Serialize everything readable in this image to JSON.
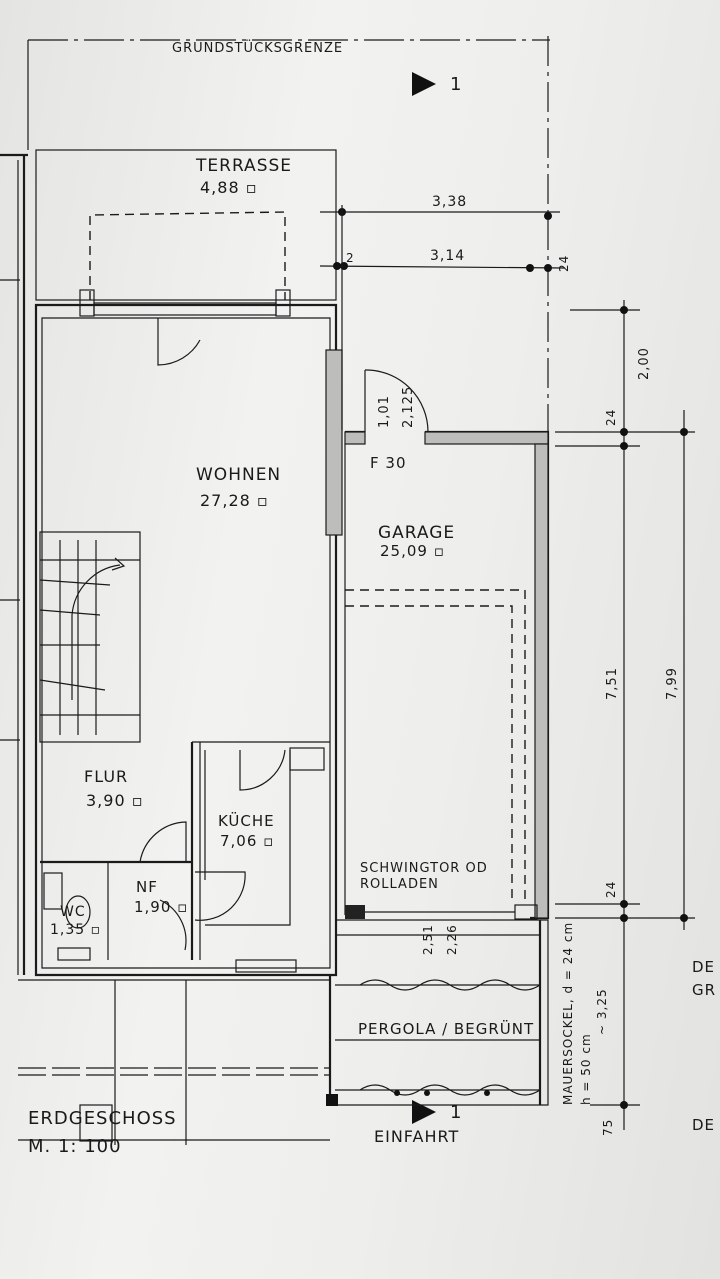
{
  "title": {
    "floor": "ERDGESCHOSS",
    "scale": "M. 1: 100"
  },
  "property_line": "GRUNDSTÜCKSGRENZE",
  "section_mark": "1",
  "rooms": {
    "terrasse": {
      "name": "TERRASSE",
      "area": "4,88 ▫"
    },
    "wohnen": {
      "name": "WOHNEN",
      "area": "27,28 ▫"
    },
    "garage": {
      "name": "GARAGE",
      "area": "25,09 ▫"
    },
    "flur": {
      "name": "FLUR",
      "area": "3,90 ▫"
    },
    "kueche": {
      "name": "KÜCHE",
      "area": "7,06 ▫"
    },
    "nf": {
      "name": "NF",
      "area": "1,90 ▫"
    },
    "wc": {
      "name": "WC",
      "area": "1,35 ▫"
    }
  },
  "labels": {
    "fire_door": "F 30",
    "door_width": "1,01",
    "door_height": "2,125",
    "garage_door_line1": "SCHWINGTOR OD",
    "garage_door_line2": "ROLLADEN",
    "pergola": "PERGOLA / BEGRÜNT",
    "driveway": "EINFAHRT",
    "wall_base_line1": "MAUERSOCKEL, d = 24 cm",
    "wall_base_line2": "h = 50 cm",
    "wall_base_line3": "~ 3,25",
    "edge_text_1": "DE",
    "edge_text_2": "GR",
    "edge_text_3": "DE"
  },
  "dimensions": {
    "top_outer": "3,38",
    "top_inner": "3,14",
    "left_small": "2",
    "right_small": "24",
    "d_200": "2,00",
    "d_24_top": "24",
    "d_751": "7,51",
    "d_799": "7,99",
    "d_24_bottom": "24",
    "d_75": "75",
    "opening_1": "2,51",
    "opening_2": "2,26"
  }
}
